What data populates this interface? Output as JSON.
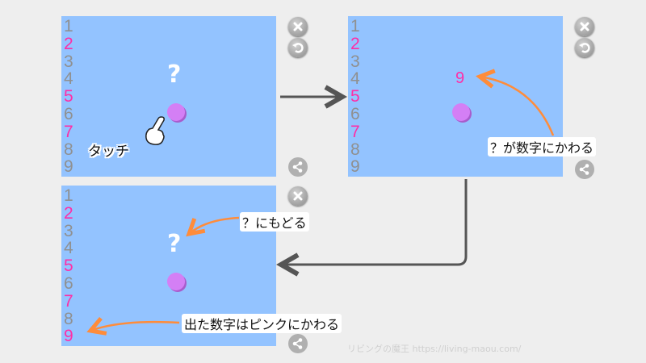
{
  "numbers": [
    "1",
    "2",
    "3",
    "4",
    "5",
    "6",
    "7",
    "8",
    "9"
  ],
  "panels": [
    {
      "pink": [
        2,
        5,
        7
      ],
      "center": "?",
      "caption": "タッチ"
    },
    {
      "pink": [
        2,
        5,
        7
      ],
      "center": "9",
      "caption": "？が数字にかわる"
    },
    {
      "pink": [
        2,
        5,
        7,
        9
      ],
      "center": "?",
      "caption_top": "？にもどる",
      "caption_bottom": "出た数字はピンクにかわる"
    }
  ],
  "icons": {
    "close": "close-icon",
    "undo": "undo-icon",
    "share": "share-icon",
    "hand": "pointing-hand-icon"
  },
  "colors": {
    "panel": "#93c3ff",
    "pink": "#ff2ea6",
    "gray": "#909090",
    "dot": "#d47ff5",
    "arrow_orange": "#ff8c3a",
    "arrow_gray": "#555555"
  },
  "watermark": "リビングの魔王 https://living-maou.com/"
}
